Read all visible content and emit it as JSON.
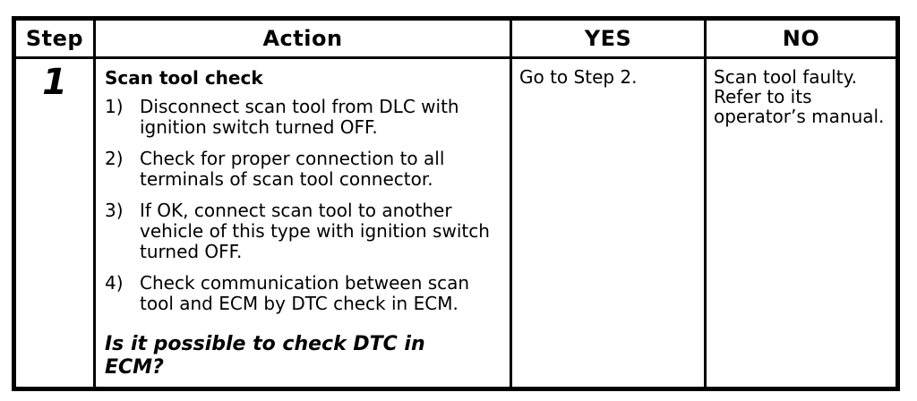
{
  "colors": {
    "border": "#000000",
    "background": "#ffffff",
    "text": "#000000"
  },
  "table": {
    "headers": {
      "step": "Step",
      "action": "Action",
      "yes": "YES",
      "no": "NO"
    },
    "rows": [
      {
        "step": "1",
        "action": {
          "title": "Scan tool check",
          "items": [
            {
              "num": "1)",
              "text": "Disconnect scan tool from DLC with ignition switch turned OFF."
            },
            {
              "num": "2)",
              "text": "Check for proper connection to all terminals of scan tool connector."
            },
            {
              "num": "3)",
              "text": "If OK, connect scan tool to another vehicle of this type with ignition switch turned OFF."
            },
            {
              "num": "4)",
              "text": "Check communication between scan tool and ECM by DTC check in ECM."
            }
          ],
          "question": "Is it possible to check DTC in ECM?"
        },
        "yes": "Go to Step 2.",
        "no": "Scan tool faulty. Refer to its operator’s manual."
      }
    ]
  }
}
